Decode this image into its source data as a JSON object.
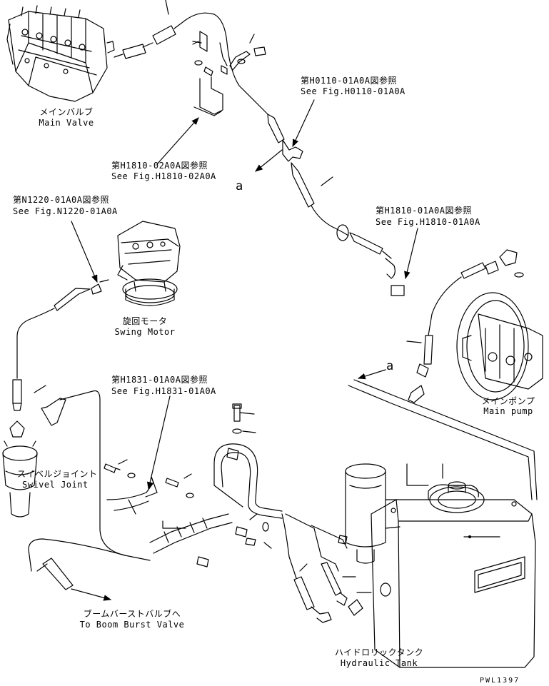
{
  "labels": {
    "main_valve_jp": "メインバルブ",
    "main_valve_en": "Main Valve",
    "swing_motor_jp": "旋回モータ",
    "swing_motor_en": "Swing Motor",
    "main_pump_jp": "メインポンプ",
    "main_pump_en": "Main pump",
    "swivel_joint_jp": "スイベルジョイント",
    "swivel_joint_en": "Swivel Joint",
    "boom_burst_jp": "ブームバーストバルブへ",
    "boom_burst_en": "To Boom Burst Valve",
    "hydraulic_tank_jp": "ハイドロリックタンク",
    "hydraulic_tank_en": "Hydraulic Tank"
  },
  "references": [
    {
      "jp": "第H0110-01A0A図参照",
      "en": "See Fig.H0110-01A0A"
    },
    {
      "jp": "第H1810-02A0A図参照",
      "en": "See Fig.H1810-02A0A"
    },
    {
      "jp": "第N1220-01A0A図参照",
      "en": "See Fig.N1220-01A0A"
    },
    {
      "jp": "第H1810-01A0A図参照",
      "en": "See Fig.H1810-01A0A"
    },
    {
      "jp": "第H1831-01A0A図参照",
      "en": "See Fig.H1831-01A0A"
    }
  ],
  "connection_marks": [
    "a",
    "a"
  ],
  "drawing_code": "PWL1397"
}
